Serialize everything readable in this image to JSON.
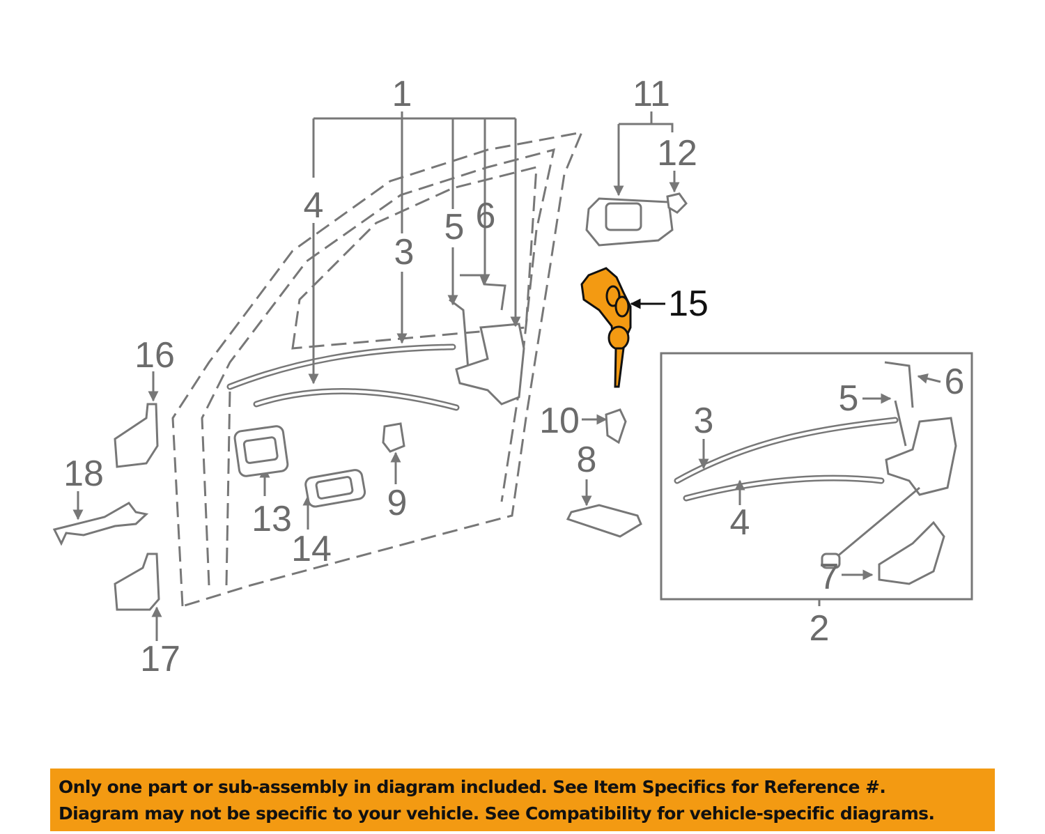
{
  "diagram": {
    "highlight_color": "#f39a12",
    "highlighted_part": "15",
    "callouts": {
      "c1": "1",
      "c2": "2",
      "c3": "3",
      "c4": "4",
      "c5": "5",
      "c6": "6",
      "c7": "7",
      "c8": "8",
      "c9": "9",
      "c10": "10",
      "c11": "11",
      "c12": "12",
      "c13": "13",
      "c14": "14",
      "c15": "15",
      "c16": "16",
      "c17": "17",
      "c18": "18",
      "inset_c3": "3",
      "inset_c4": "4",
      "inset_c5": "5",
      "inset_c6": "6"
    }
  },
  "banner": {
    "line1": "Only one part or sub-assembly in diagram included. See Item Specifics for Reference #.",
    "line2": "Diagram may not be specific to your vehicle. See Compatibility for vehicle-specific diagrams."
  }
}
